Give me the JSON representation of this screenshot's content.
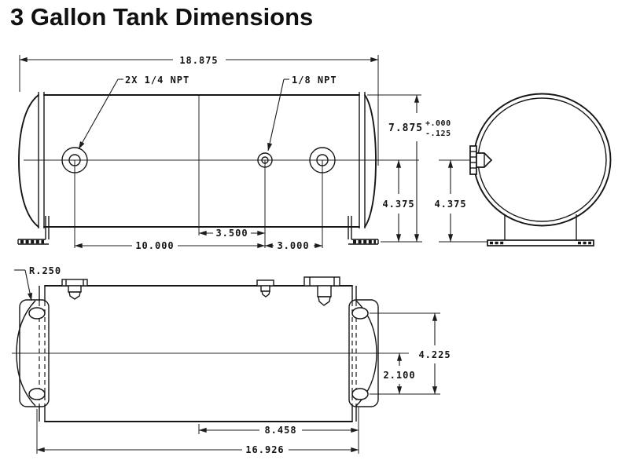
{
  "title": "3 Gallon Tank Dimensions",
  "callouts": {
    "quarter_npt": "2X 1/4 NPT",
    "eighth_npt": "1/8 NPT",
    "bracket_corner_radius": "R.250"
  },
  "dims": {
    "overall_length": "18.875",
    "tank_height_nominal": "7.875",
    "tank_height_tol_plus": "+.000",
    "tank_height_tol_minus": "-.125",
    "port_center_height_side": "4.375",
    "port_center_height_end": "4.375",
    "center_to_small_port": "3.500",
    "left_port_to_small_port": "10.000",
    "small_port_to_right_port": "3.000",
    "hole_vertical_spacing": "4.225",
    "hole_offset_from_center": "2.100",
    "center_to_hole_span": "8.458",
    "hole_span": "16.926"
  }
}
